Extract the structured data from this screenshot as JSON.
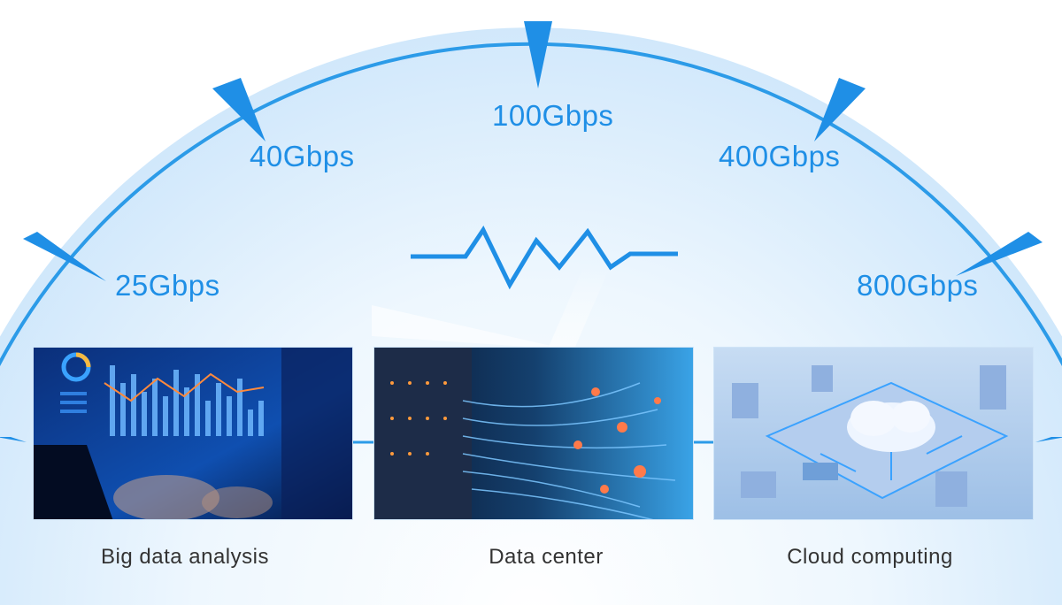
{
  "colors": {
    "accent": "#1f8fe6",
    "arc_fill_top": "#cfe7fb",
    "arc_fill_bottom": "#ffffff",
    "caption_text": "#333333"
  },
  "gauge": {
    "speeds": [
      "25Gbps",
      "40Gbps",
      "100Gbps",
      "400Gbps",
      "800Gbps"
    ],
    "center_icon": "signal-wave-icon"
  },
  "panels": [
    {
      "caption": "Big data analysis",
      "image": "big-data-analysis-photo"
    },
    {
      "caption": "Data center",
      "image": "data-center-photo"
    },
    {
      "caption": "Cloud computing",
      "image": "cloud-computing-photo"
    }
  ]
}
